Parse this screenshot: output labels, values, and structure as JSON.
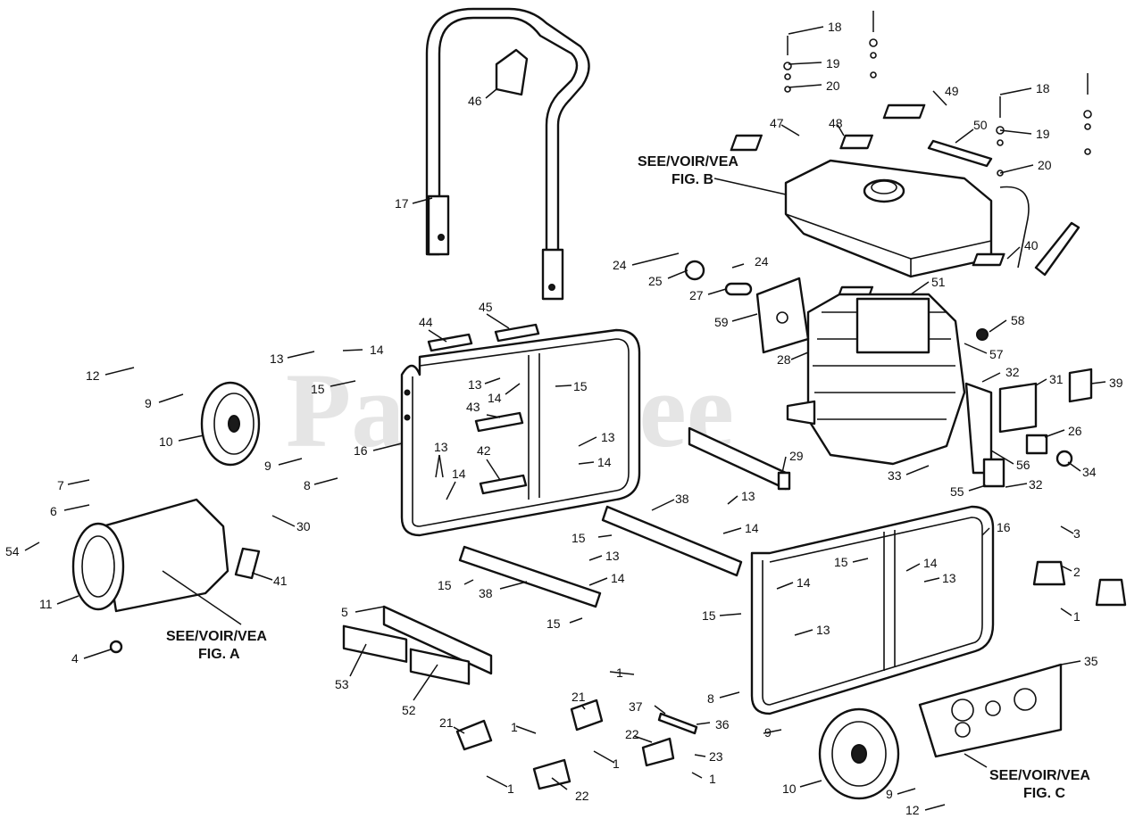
{
  "watermark": "PartsTree",
  "notes": {
    "fig_a_1": "SEE/VOIR/VEA",
    "fig_a_2": "FIG. A",
    "fig_b_1": "SEE/VOIR/VEA",
    "fig_b_2": "FIG. B",
    "fig_c_1": "SEE/VOIR/VEA",
    "fig_c_2": "FIG. C"
  },
  "callouts": [
    {
      "id": "c1",
      "text": "18"
    },
    {
      "id": "c2",
      "text": "19"
    },
    {
      "id": "c3",
      "text": "20"
    },
    {
      "id": "c4",
      "text": "18"
    },
    {
      "id": "c5",
      "text": "19"
    },
    {
      "id": "c6",
      "text": "20"
    },
    {
      "id": "c7",
      "text": "49"
    },
    {
      "id": "c8",
      "text": "47"
    },
    {
      "id": "c9",
      "text": "48"
    },
    {
      "id": "c10",
      "text": "50"
    },
    {
      "id": "c11",
      "text": "40"
    },
    {
      "id": "c12",
      "text": "46"
    },
    {
      "id": "c13",
      "text": "17"
    },
    {
      "id": "c14",
      "text": "24"
    },
    {
      "id": "c15",
      "text": "25"
    },
    {
      "id": "c16",
      "text": "24"
    },
    {
      "id": "c17",
      "text": "27"
    },
    {
      "id": "c18",
      "text": "59"
    },
    {
      "id": "c19",
      "text": "51"
    },
    {
      "id": "c20",
      "text": "58"
    },
    {
      "id": "c21",
      "text": "57"
    },
    {
      "id": "c22",
      "text": "28"
    },
    {
      "id": "c23",
      "text": "32"
    },
    {
      "id": "c24",
      "text": "31"
    },
    {
      "id": "c25",
      "text": "39"
    },
    {
      "id": "c26",
      "text": "26"
    },
    {
      "id": "c27",
      "text": "56"
    },
    {
      "id": "c28",
      "text": "34"
    },
    {
      "id": "c29",
      "text": "33"
    },
    {
      "id": "c30",
      "text": "55"
    },
    {
      "id": "c31",
      "text": "32"
    },
    {
      "id": "c32",
      "text": "29"
    },
    {
      "id": "c33",
      "text": "44"
    },
    {
      "id": "c34",
      "text": "45"
    },
    {
      "id": "c35",
      "text": "13"
    },
    {
      "id": "c36",
      "text": "14"
    },
    {
      "id": "c37",
      "text": "15"
    },
    {
      "id": "c38",
      "text": "13"
    },
    {
      "id": "c39",
      "text": "14"
    },
    {
      "id": "c40",
      "text": "15"
    },
    {
      "id": "c41",
      "text": "43"
    },
    {
      "id": "c42",
      "text": "16"
    },
    {
      "id": "c43",
      "text": "42"
    },
    {
      "id": "c44",
      "text": "13"
    },
    {
      "id": "c45",
      "text": "14"
    },
    {
      "id": "c46",
      "text": "13"
    },
    {
      "id": "c47",
      "text": "14"
    },
    {
      "id": "c48",
      "text": "12"
    },
    {
      "id": "c49",
      "text": "9"
    },
    {
      "id": "c50",
      "text": "10"
    },
    {
      "id": "c51",
      "text": "9"
    },
    {
      "id": "c52",
      "text": "8"
    },
    {
      "id": "c53",
      "text": "7"
    },
    {
      "id": "c54",
      "text": "6"
    },
    {
      "id": "c55",
      "text": "30"
    },
    {
      "id": "c56",
      "text": "54"
    },
    {
      "id": "c57",
      "text": "41"
    },
    {
      "id": "c58",
      "text": "11"
    },
    {
      "id": "c59",
      "text": "4"
    },
    {
      "id": "c60",
      "text": "38"
    },
    {
      "id": "c61",
      "text": "13"
    },
    {
      "id": "c62",
      "text": "14"
    },
    {
      "id": "c63",
      "text": "15"
    },
    {
      "id": "c64",
      "text": "13"
    },
    {
      "id": "c65",
      "text": "15"
    },
    {
      "id": "c66",
      "text": "14"
    },
    {
      "id": "c67",
      "text": "38"
    },
    {
      "id": "c68",
      "text": "15"
    },
    {
      "id": "c69",
      "text": "5"
    },
    {
      "id": "c70",
      "text": "53"
    },
    {
      "id": "c71",
      "text": "52"
    },
    {
      "id": "c72",
      "text": "16"
    },
    {
      "id": "c73",
      "text": "3"
    },
    {
      "id": "c74",
      "text": "2"
    },
    {
      "id": "c75",
      "text": "1"
    },
    {
      "id": "c76",
      "text": "15"
    },
    {
      "id": "c77",
      "text": "14"
    },
    {
      "id": "c78",
      "text": "13"
    },
    {
      "id": "c79",
      "text": "14"
    },
    {
      "id": "c80",
      "text": "13"
    },
    {
      "id": "c81",
      "text": "15"
    },
    {
      "id": "c82",
      "text": "8"
    },
    {
      "id": "c83",
      "text": "35"
    },
    {
      "id": "c84",
      "text": "1"
    },
    {
      "id": "c85",
      "text": "21"
    },
    {
      "id": "c86",
      "text": "21"
    },
    {
      "id": "c87",
      "text": "1"
    },
    {
      "id": "c88",
      "text": "37"
    },
    {
      "id": "c89",
      "text": "36"
    },
    {
      "id": "c90",
      "text": "22"
    },
    {
      "id": "c91",
      "text": "23"
    },
    {
      "id": "c92",
      "text": "1"
    },
    {
      "id": "c93",
      "text": "1"
    },
    {
      "id": "c94",
      "text": "1"
    },
    {
      "id": "c95",
      "text": "22"
    },
    {
      "id": "c96",
      "text": "9"
    },
    {
      "id": "c97",
      "text": "10"
    },
    {
      "id": "c98",
      "text": "9"
    },
    {
      "id": "c99",
      "text": "12"
    }
  ]
}
